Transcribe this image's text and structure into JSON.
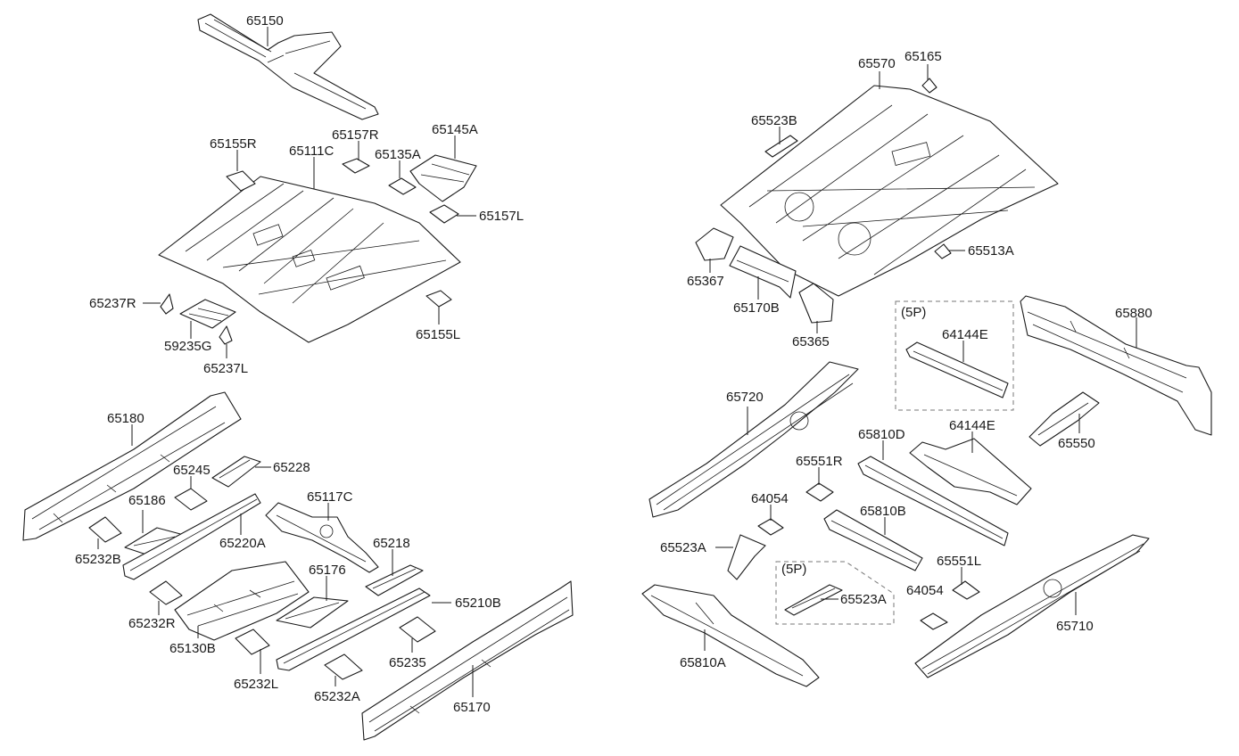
{
  "labels": {
    "p65150": "65150",
    "p65155R": "65155R",
    "p65111C": "65111C",
    "p65157R": "65157R",
    "p65135A": "65135A",
    "p65145A": "65145A",
    "p65157L": "65157L",
    "p65237R": "65237R",
    "p59235G": "59235G",
    "p65237L": "65237L",
    "p65155L": "65155L",
    "p65180": "65180",
    "p65245": "65245",
    "p65228": "65228",
    "p65186": "65186",
    "p65232B": "65232B",
    "p65220A": "65220A",
    "p65117C": "65117C",
    "p65218": "65218",
    "p65176": "65176",
    "p65232R": "65232R",
    "p65130B": "65130B",
    "p65210B": "65210B",
    "p65232L": "65232L",
    "p65235": "65235",
    "p65232A": "65232A",
    "p65170": "65170",
    "p65570": "65570",
    "p65165": "65165",
    "p65523B": "65523B",
    "p65513A": "65513A",
    "p65367": "65367",
    "p65170B": "65170B",
    "p65365": "65365",
    "p5P_a": "(5P)",
    "p64144E_a": "64144E",
    "p65880": "65880",
    "p65720": "65720",
    "p65810D": "65810D",
    "p64144E_b": "64144E",
    "p65550": "65550",
    "p65551R": "65551R",
    "p64054_a": "64054",
    "p65810B": "65810B",
    "p65523A_a": "65523A",
    "p5P_b": "(5P)",
    "p65523A_b": "65523A",
    "p65551L": "65551L",
    "p64054_b": "64054",
    "p65710": "65710",
    "p65810A": "65810A"
  }
}
